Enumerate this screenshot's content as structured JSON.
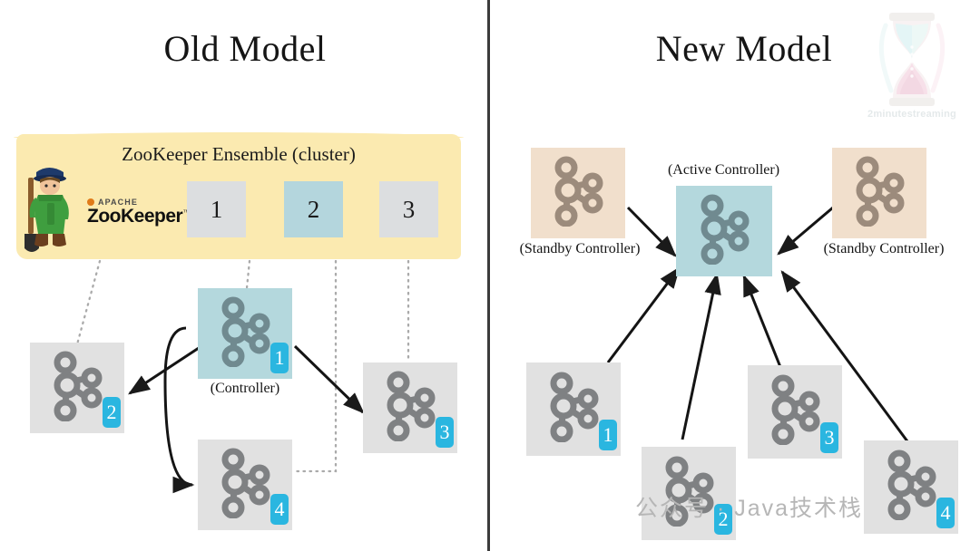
{
  "panels": {
    "left": {
      "title": "Old Model"
    },
    "right": {
      "title": "New Model"
    }
  },
  "zookeeper": {
    "band_label": "ZooKeeper Ensemble (cluster)",
    "logo": {
      "apache": "APACHE",
      "word": "ZooKeeper",
      "tm": "™",
      "icon": "zookeeper-mascot-icon"
    },
    "nodes": [
      {
        "label": "1",
        "state": "follower"
      },
      {
        "label": "2",
        "state": "leader"
      },
      {
        "label": "3",
        "state": "follower"
      }
    ]
  },
  "old_model": {
    "controller_caption": "(Controller)",
    "brokers": [
      {
        "id": "1",
        "role": "controller",
        "color": "teal"
      },
      {
        "id": "2",
        "role": "broker",
        "color": "gray"
      },
      {
        "id": "3",
        "role": "broker",
        "color": "gray"
      },
      {
        "id": "4",
        "role": "broker",
        "color": "gray"
      }
    ]
  },
  "new_model": {
    "active_caption": "(Active Controller)",
    "standby_left_caption": "(Standby Controller)",
    "standby_right_caption": "(Standby Controller)",
    "controllers": [
      {
        "role": "standby",
        "color": "peach"
      },
      {
        "role": "active",
        "color": "teal"
      },
      {
        "role": "standby",
        "color": "peach"
      }
    ],
    "brokers": [
      {
        "id": "1",
        "color": "gray"
      },
      {
        "id": "2",
        "color": "gray"
      },
      {
        "id": "3",
        "color": "gray"
      },
      {
        "id": "4",
        "color": "gray"
      }
    ]
  },
  "branding": {
    "logo_name": "hourglass-icon",
    "name": "2minutestreaming"
  },
  "watermark": {
    "text": "公众号 · Java技术栈"
  },
  "colors": {
    "band_yellow": "#fbeab0",
    "node_gray": "#e1e1e1",
    "node_teal": "#b4d8dd",
    "node_peach": "#f1dfcc",
    "badge_cyan": "#2ab6e0",
    "kafka_gray": "#7f8183",
    "kafka_brown": "#9c8b7c",
    "kafka_slate": "#708a90",
    "divider": "#3b3b3b"
  }
}
